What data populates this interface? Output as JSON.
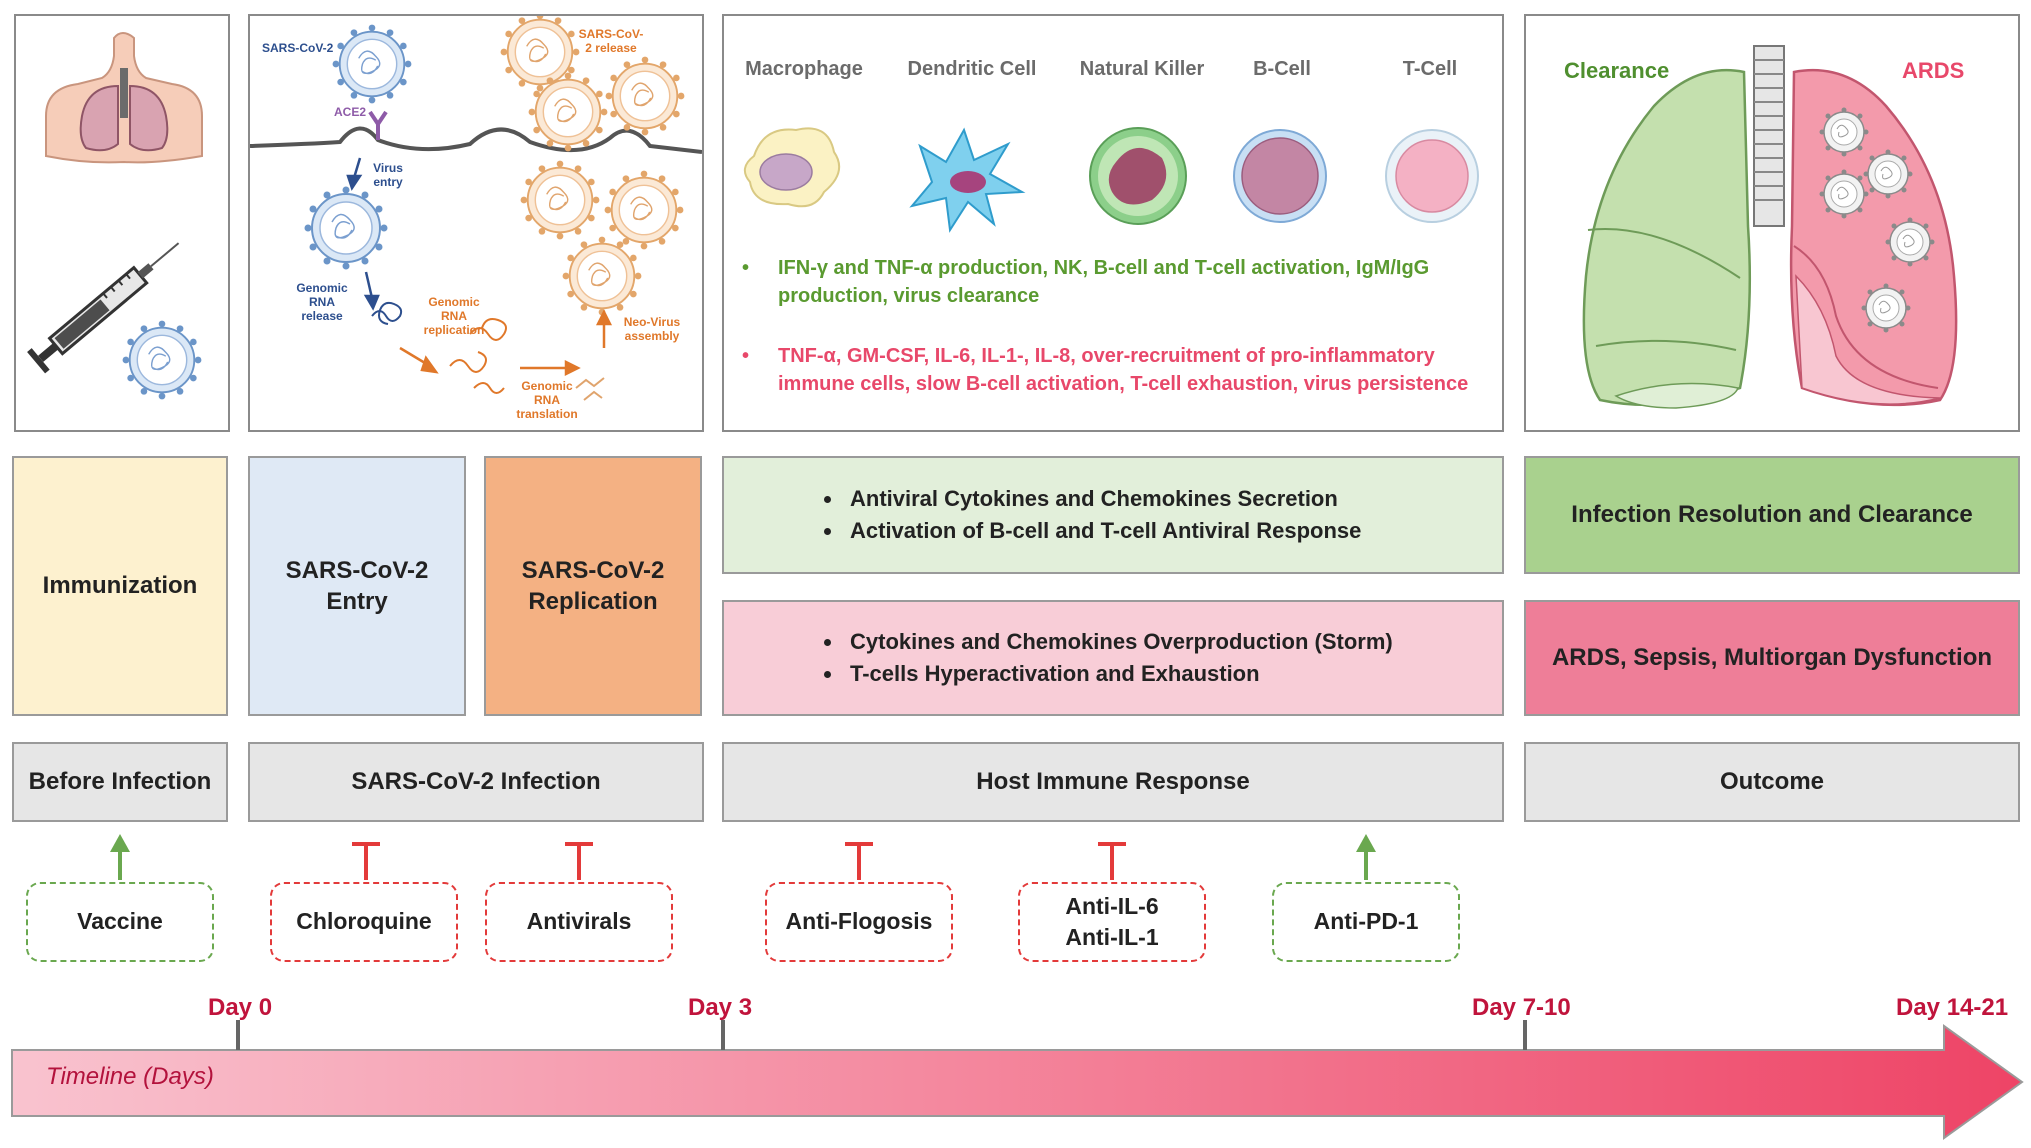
{
  "figure": {
    "top_panels": {
      "virus_cycle": {
        "sars_cov_2": "SARS-CoV-2",
        "ace2": "ACE2",
        "virus_entry": "Virus entry",
        "genomic_rna_release": "Genomic RNA release",
        "genomic_rna_replication": "Genomic RNA replication",
        "genomic_rna_translation": "Genomic RNA translation",
        "sars_cov_2_release": "SARS-CoV-2 release",
        "neo_virus_assembly": "Neo-Virus assembly"
      },
      "immune_cells": {
        "cells": [
          "Macrophage",
          "Dendritic Cell",
          "Natural Killer",
          "B-Cell",
          "T-Cell"
        ],
        "good_response": "IFN-γ and TNF-α production, NK, B-cell and T-cell activation, IgM/IgG production, virus clearance",
        "bad_response": "TNF-α, GM-CSF, IL-6, IL-1-, IL-8, over-recruitment of pro-inflammatory immune cells, slow B-cell activation, T-cell exhaustion, virus persistence"
      },
      "lungs": {
        "clearance": "Clearance",
        "ards": "ARDS"
      }
    },
    "stage_boxes": {
      "immunization": "Immunization",
      "entry": "SARS-CoV-2 Entry",
      "replication": "SARS-CoV-2 Replication",
      "antiviral_bullets": [
        "Antiviral Cytokines and Chemokines Secretion",
        "Activation of B-cell and T-cell Antiviral Response"
      ],
      "storm_bullets": [
        "Cytokines and Chemokines Overproduction (Storm)",
        "T-cells Hyperactivation and Exhaustion"
      ],
      "resolution": "Infection Resolution and Clearance",
      "ards_outcome": "ARDS, Sepsis, Multiorgan Dysfunction"
    },
    "phases": [
      "Before Infection",
      "SARS-CoV-2 Infection",
      "Host Immune Response",
      "Outcome"
    ],
    "drugs": [
      {
        "label": "Vaccine",
        "effect": "promote"
      },
      {
        "label": "Chloroquine",
        "effect": "inhibit"
      },
      {
        "label": "Antivirals",
        "effect": "inhibit"
      },
      {
        "label": "Anti-Flogosis",
        "effect": "inhibit"
      },
      {
        "label": "Anti-IL-6\nAnti-IL-1",
        "effect": "inhibit"
      },
      {
        "label": "Anti-PD-1",
        "effect": "promote"
      }
    ],
    "timeline": {
      "label": "Timeline (Days)",
      "days": [
        "Day 0",
        "Day 3",
        "Day 7-10",
        "Day 14-21"
      ]
    },
    "colors": {
      "promote_green": "#6aa84f",
      "inhibit_red": "#e33a3a",
      "day_label": "#c0143c",
      "clearance_green": "#4f8f2f",
      "ards_pink": "#e8486a"
    }
  }
}
